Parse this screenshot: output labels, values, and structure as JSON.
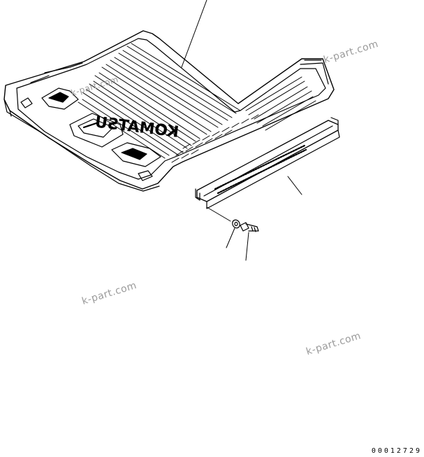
{
  "watermarks": [
    "k-part.com",
    "k-part.com",
    "k-part.com",
    "k-part.com"
  ],
  "logo_text": "KOMATSU",
  "drawing_number": "00012729"
}
